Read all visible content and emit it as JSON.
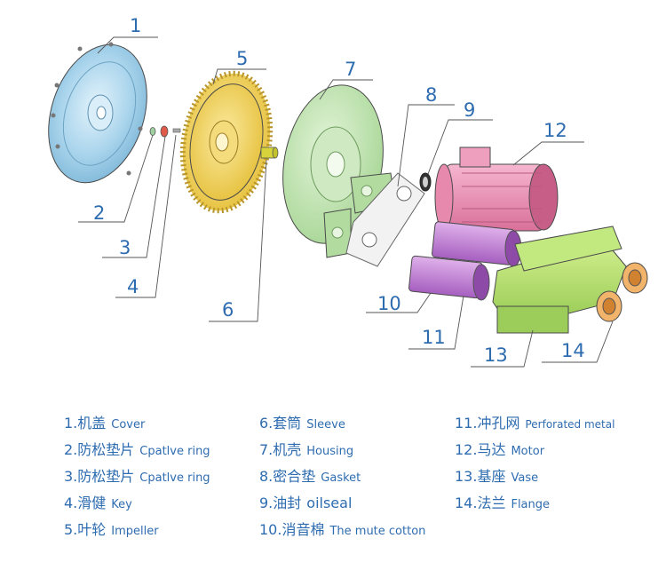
{
  "callouts": {
    "c1": "1",
    "c2": "2",
    "c3": "3",
    "c4": "4",
    "c5": "5",
    "c6": "6",
    "c7": "7",
    "c8": "8",
    "c9": "9",
    "c10": "10",
    "c11": "11",
    "c12": "12",
    "c13": "13",
    "c14": "14"
  },
  "legend": {
    "col1": [
      {
        "num": "1.",
        "cn": "机盖",
        "en": "Cover"
      },
      {
        "num": "2.",
        "cn": "防松垫片",
        "en": "Cpatlve ring"
      },
      {
        "num": "3.",
        "cn": "防松垫片",
        "en": "Cpatlve ring"
      },
      {
        "num": "4.",
        "cn": "滑健",
        "en": "Key"
      },
      {
        "num": "5.",
        "cn": "叶轮",
        "en": "Impeller"
      }
    ],
    "col2": [
      {
        "num": "6.",
        "cn": "套筒",
        "en": "Sleeve"
      },
      {
        "num": "7.",
        "cn": "机壳",
        "en": "Housing"
      },
      {
        "num": "8.",
        "cn": "密合垫",
        "en": "Gasket"
      },
      {
        "num": "9.",
        "cn": "油封",
        "en": "oilseal"
      },
      {
        "num": "10.",
        "cn": "消音棉",
        "en": "The mute cotton"
      }
    ],
    "col3": [
      {
        "num": "11.",
        "cn": "冲孔网",
        "en": "Perforated metal"
      },
      {
        "num": "12.",
        "cn": "马达",
        "en": "Motor"
      },
      {
        "num": "13.",
        "cn": "基座",
        "en": "Vase"
      },
      {
        "num": "14.",
        "cn": "法兰",
        "en": "Flange"
      }
    ]
  },
  "colors": {
    "label": "#2e6cb0",
    "cover": "#a9d4ec",
    "impeller": "#efcf55",
    "housing": "#bde3ad",
    "motor": "#e98db0",
    "cotton": "#c688d8",
    "vase": "#b3e06c",
    "flange": "#e9a15a"
  }
}
